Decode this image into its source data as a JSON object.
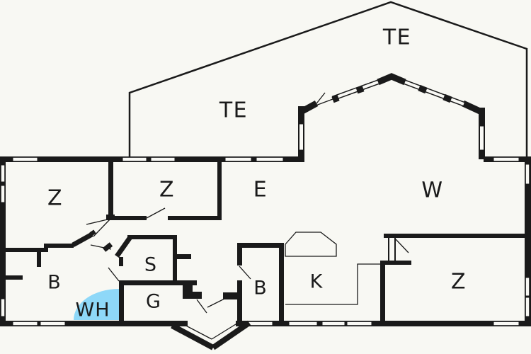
{
  "plan": {
    "labels": {
      "terrace_main": "TE",
      "terrace_left": "TE",
      "bedroom_nw": "Z",
      "bedroom_n": "Z",
      "entry_hall": "E",
      "living_room": "W",
      "bathroom_west": "B",
      "sauna": "S",
      "hall_g": "G",
      "whirlpool": "WH",
      "bathroom_center": "B",
      "kitchen": "K",
      "bedroom_se": "Z"
    },
    "colors": {
      "wall": "#1a1a1a",
      "background": "#f8f8f3",
      "whirlpool_fill": "#8ed8f8"
    }
  }
}
